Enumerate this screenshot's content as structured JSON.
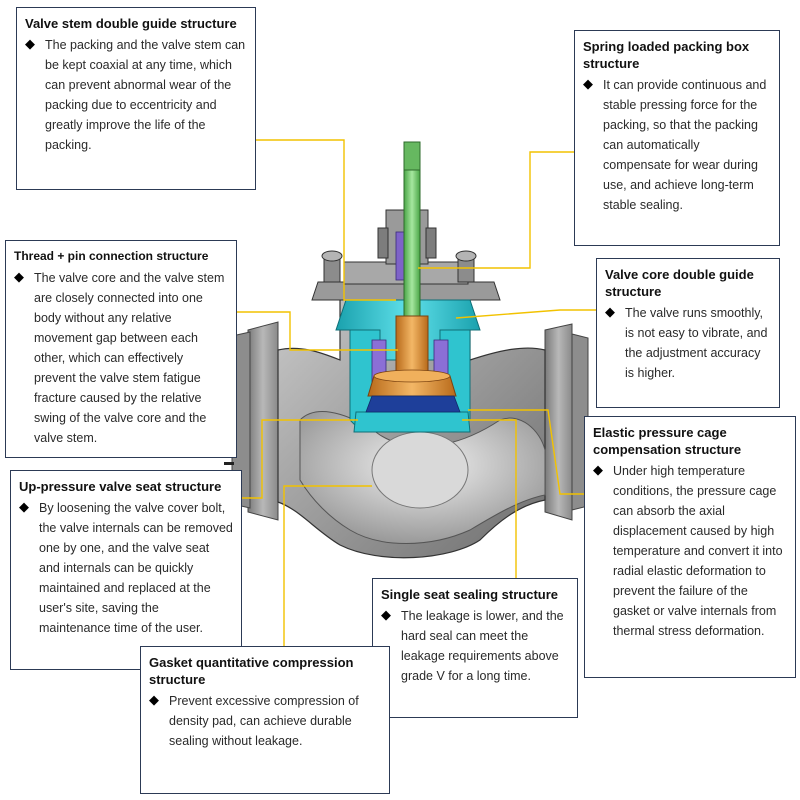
{
  "callouts": [
    {
      "id": "stem-guide",
      "title": "Valve stem double guide structure",
      "bullet": "◆",
      "text": "The packing and the valve stem can be kept coaxial at any time, which can prevent abnormal wear of the packing due to eccentricity and greatly improve the life of the packing."
    },
    {
      "id": "spring-packing",
      "title": "Spring loaded packing box structure",
      "bullet": "◆",
      "text": "It can provide continuous and stable pressing force for the packing, so that the packing can automatically compensate for wear during use, and achieve long-term stable sealing."
    },
    {
      "id": "thread-pin",
      "title": "Thread + pin connection structure",
      "bullet": "◆",
      "text": "The valve core and the valve stem are closely connected into one body without any relative movement gap between each other, which can effectively prevent the valve stem fatigue fracture caused by the relative swing of the valve core and the valve stem."
    },
    {
      "id": "core-guide",
      "title": "Valve core double guide structure",
      "bullet": "◆",
      "text": "The valve runs smoothly, is not easy to vibrate, and the adjustment accuracy is higher."
    },
    {
      "id": "cage",
      "title": "Elastic pressure cage compensation structure",
      "bullet": "◆",
      "text": "Under high temperature conditions, the pressure cage can absorb the axial displacement caused by high temperature and convert it into radial elastic deformation to prevent the failure of the gasket or valve internals from thermal stress deformation."
    },
    {
      "id": "seat",
      "title": "Up-pressure valve seat structure",
      "bullet": "◆",
      "text": "By loosening the valve cover bolt, the valve internals can be removed one by one, and the valve seat and internals can be quickly maintained and replaced at the user's site, saving the maintenance time of the user."
    },
    {
      "id": "single-seat",
      "title": "Single seat sealing structure",
      "bullet": "◆",
      "text": "The leakage is lower, and the hard seal can meet the leakage requirements above grade V for a long time."
    },
    {
      "id": "gasket",
      "title": "Gasket quantitative compression structure",
      "bullet": "◆",
      "text": "Prevent excessive compression of density pad, can achieve durable sealing without leakage."
    }
  ],
  "colors": {
    "leader": "#f2c200",
    "border": "#2c3a55",
    "body": "#8e8e8e",
    "stem": "#7fd17a",
    "bonnet": "#2fc4cf",
    "core": "#e09a3a",
    "cage": "#8b6fd6"
  }
}
